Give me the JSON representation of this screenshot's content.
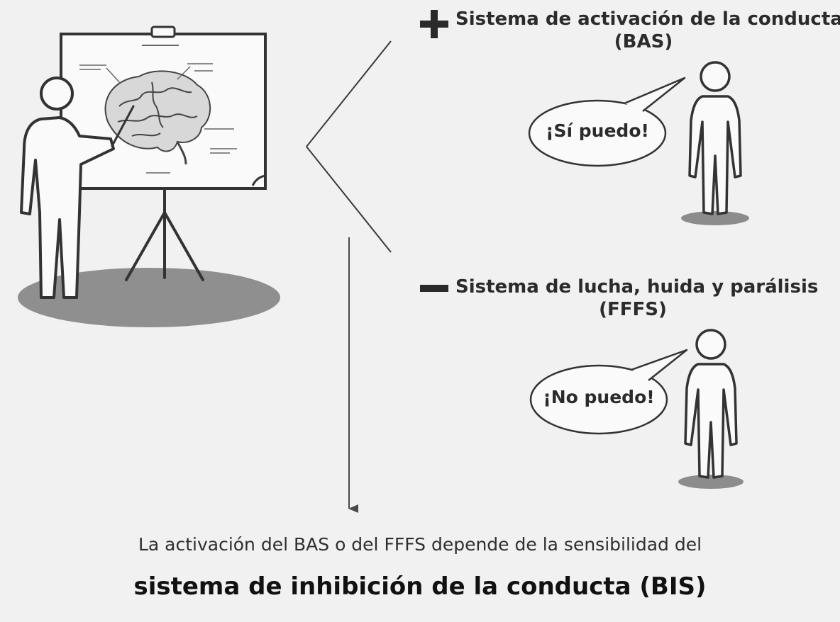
{
  "bas": {
    "sign": "+",
    "title": "Sistema de activación de la conducta",
    "abbr": "(BAS)",
    "speech": "¡Sí puedo!"
  },
  "fffs": {
    "sign": "−",
    "title": "Sistema de lucha, huida y parálisis",
    "abbr": "(FFFS)",
    "speech": "¡No puedo!"
  },
  "footer": {
    "line1": "La activación del BAS o del FFFS depende de la sensibilidad del",
    "line2": "sistema de inhibición de la conducta (BIS)"
  },
  "board": {
    "title": "BRAIN 404"
  },
  "colors": {
    "background": "#f1f1f1",
    "ink": "#2b2b2b",
    "shadow": "#8c8c8c"
  }
}
